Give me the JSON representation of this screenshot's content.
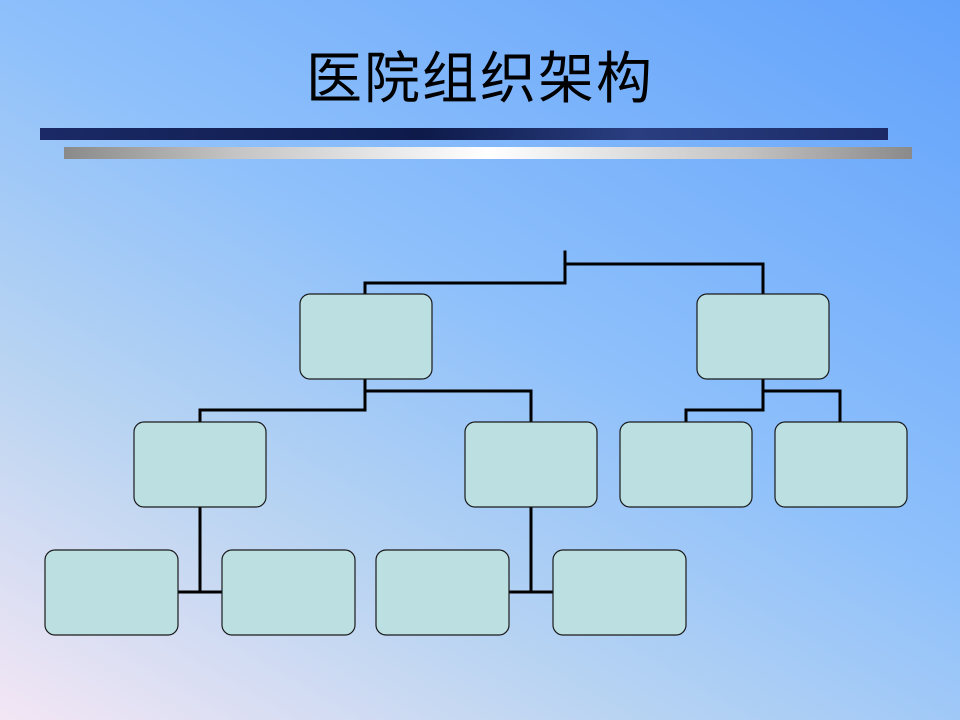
{
  "slide": {
    "title": "医院组织架构"
  },
  "org_chart": {
    "nodes": [
      {
        "id": "root",
        "label": "",
        "parent": null
      },
      {
        "id": "a",
        "label": "",
        "parent": "root"
      },
      {
        "id": "b",
        "label": "",
        "parent": "root"
      },
      {
        "id": "a1",
        "label": "",
        "parent": "a"
      },
      {
        "id": "a2",
        "label": "",
        "parent": "a"
      },
      {
        "id": "b1",
        "label": "",
        "parent": "b"
      },
      {
        "id": "b2",
        "label": "",
        "parent": "b"
      },
      {
        "id": "a1x",
        "label": "",
        "parent": "a1"
      },
      {
        "id": "a1y",
        "label": "",
        "parent": "a1"
      },
      {
        "id": "a2x",
        "label": "",
        "parent": "a2"
      },
      {
        "id": "a2y",
        "label": "",
        "parent": "a2"
      }
    ]
  },
  "colors": {
    "box_fill": "#bce0e2",
    "connector": "#000000"
  }
}
